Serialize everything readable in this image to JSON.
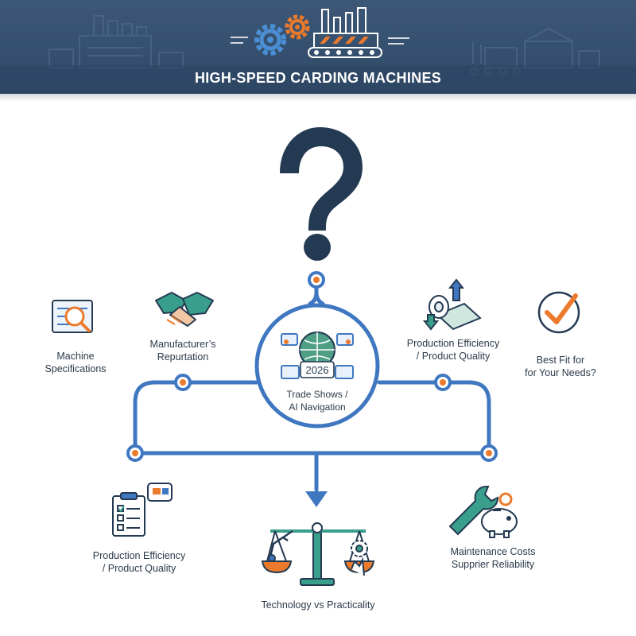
{
  "header": {
    "title": "HIGH-SPEED CARDING MACHINES"
  },
  "center": {
    "year_badge": "2026",
    "line1": "Trade Shows /",
    "line2": "AI Navigation"
  },
  "nodes": {
    "machine_specs": {
      "line1": "Machine",
      "line2": "Specifications",
      "icon": "blueprint-magnifier-icon"
    },
    "manufacturer": {
      "line1": "Manufacturer’s",
      "line2": "Repurtation",
      "icon": "handshake-icon"
    },
    "production_top": {
      "line1": "Production Efficiency",
      "line2": "/ Product Quality",
      "icon": "fabric-roll-icon"
    },
    "best_fit": {
      "line1": "Best Fit for",
      "line2": "for Your Needs?",
      "icon": "checkmark-circle-icon"
    },
    "production_bottom": {
      "line1": "Production Efficiency",
      "line2": "/ Product Quality",
      "icon": "checklist-clipboard-icon"
    },
    "technology": {
      "line1": "Technology vs Practicality",
      "icon": "balance-scale-icon"
    },
    "maintenance": {
      "line1": "Maintenance Costs",
      "line2": "Supprier Reliability",
      "icon": "wrench-piggybank-icon"
    }
  },
  "colors": {
    "navy": "#2f4a68",
    "blue": "#3f78c0",
    "orange": "#ec7a2c",
    "teal": "#3a9e8c",
    "question": "#243a52"
  }
}
